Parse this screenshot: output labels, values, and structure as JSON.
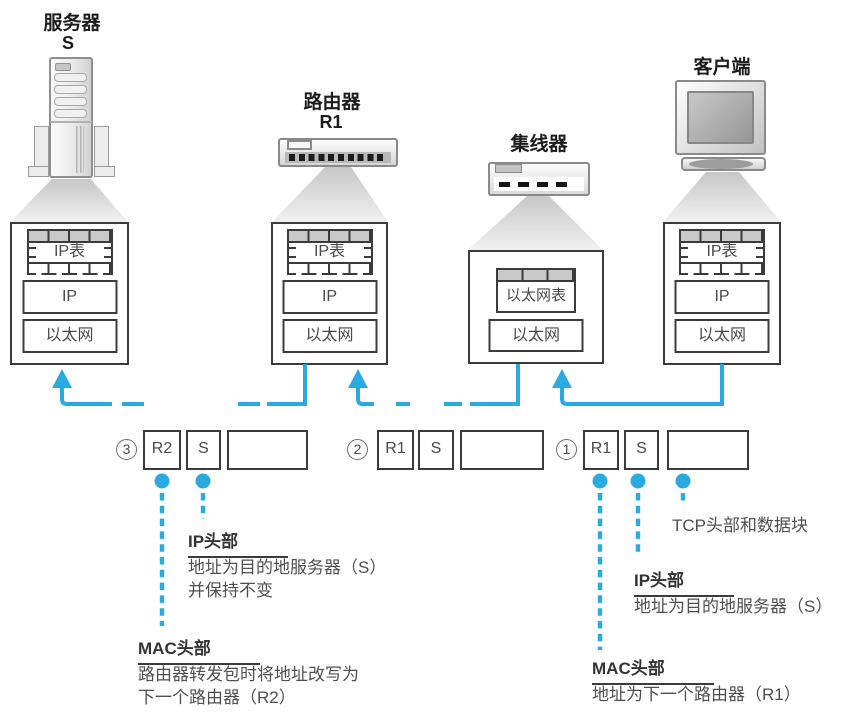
{
  "colors": {
    "accent_cyan": "#29abe2",
    "line_dark": "#3b3b3b"
  },
  "devices": {
    "server": {
      "label": "服务器",
      "id": "S"
    },
    "router": {
      "label": "路由器",
      "id": "R1"
    },
    "hub": {
      "label": "集线器"
    },
    "client": {
      "label": "客户端"
    }
  },
  "stacks": {
    "server": [
      "IP表",
      "IP",
      "以太网"
    ],
    "router": [
      "IP表",
      "IP",
      "以太网"
    ],
    "hub": [
      "以太网表",
      "以太网"
    ],
    "client": [
      "IP表",
      "IP",
      "以太网"
    ]
  },
  "packets": [
    {
      "step": "3",
      "mac": "R2",
      "ip": "S",
      "data": ""
    },
    {
      "step": "2",
      "mac": "R1",
      "ip": "S",
      "data": ""
    },
    {
      "step": "1",
      "mac": "R1",
      "ip": "S",
      "data": ""
    }
  ],
  "annotations": {
    "tcp_payload": "TCP头部和数据块",
    "ip_header_right": {
      "title": "IP头部",
      "line1": "地址为目的地服务器（S）"
    },
    "mac_header_right": {
      "title": "MAC头部",
      "line1": "地址为下一个路由器（R1）"
    },
    "ip_header_left": {
      "title": "IP头部",
      "line1": "地址为目的地服务器（S）",
      "line2": "并保持不变"
    },
    "mac_header_left": {
      "title": "MAC头部",
      "line1": "路由器转发包时将地址改写为",
      "line2": "下一个路由器（R2）"
    }
  }
}
